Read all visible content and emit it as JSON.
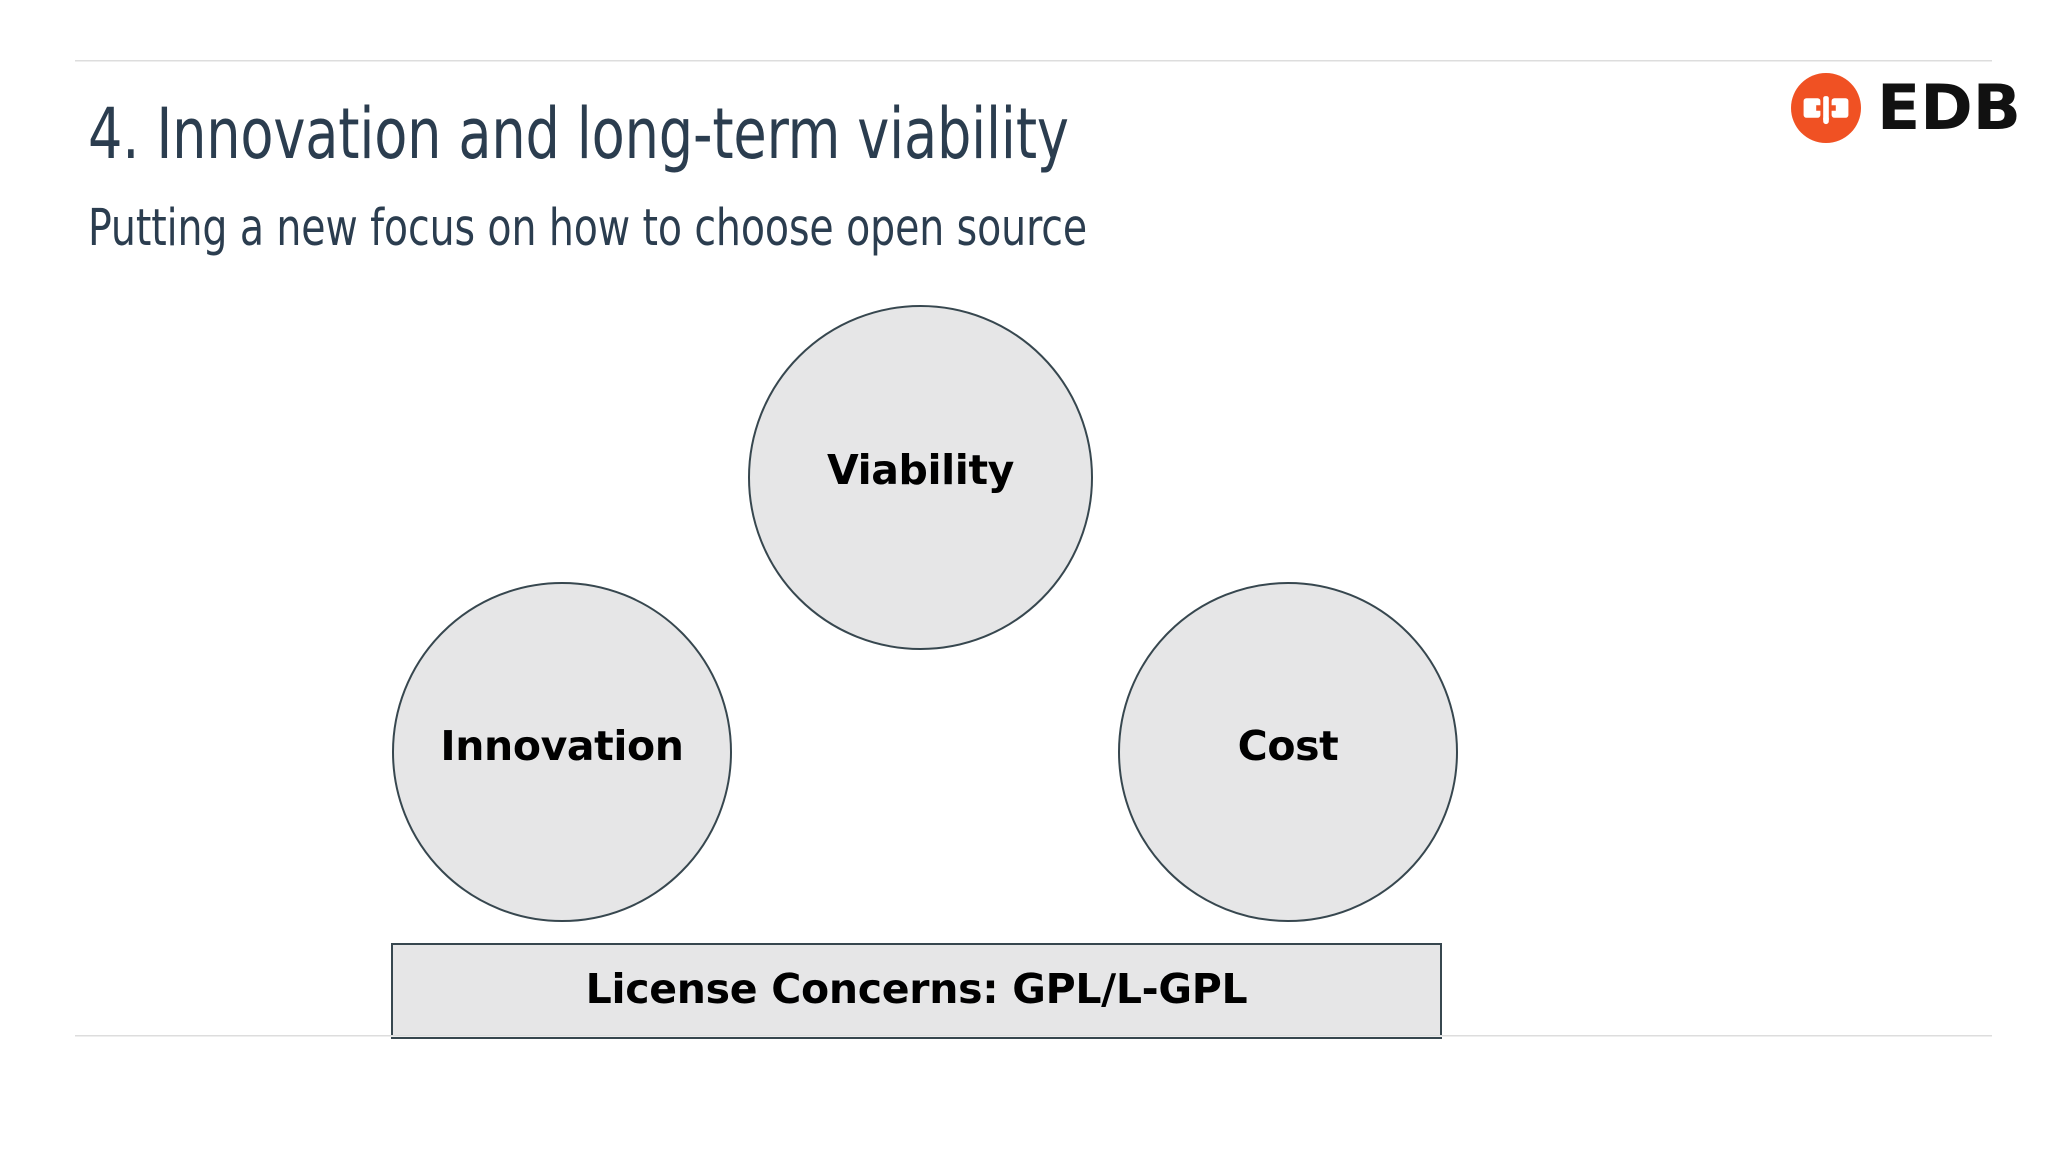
{
  "slide": {
    "title": "4. Innovation and long-term viability",
    "subtitle": "Putting a new focus on how to choose open source",
    "background_color": "#ffffff",
    "heading_color": "#2b3d4f"
  },
  "brand": {
    "logo_wordmark": "EDB",
    "logo_mark_name": "edb-elephant-mark",
    "logo_mark_color": "#f05123",
    "wordmark_color": "#111111"
  },
  "dividers": {
    "top_rule_color": "#dcdcdc",
    "bottom_rule_color": "#dcdcdc"
  },
  "diagram": {
    "type": "concept-circles",
    "shape_fill": "#e6e6e7",
    "shape_border": "#37474f",
    "label_color": "#000000",
    "nodes": [
      {
        "id": "viability",
        "label": "Viability",
        "position": "top-center"
      },
      {
        "id": "innovation",
        "label": "Innovation",
        "position": "bottom-left"
      },
      {
        "id": "cost",
        "label": "Cost",
        "position": "bottom-right"
      }
    ],
    "footer_bar": {
      "label": "License Concerns: GPL/L-GPL"
    }
  }
}
